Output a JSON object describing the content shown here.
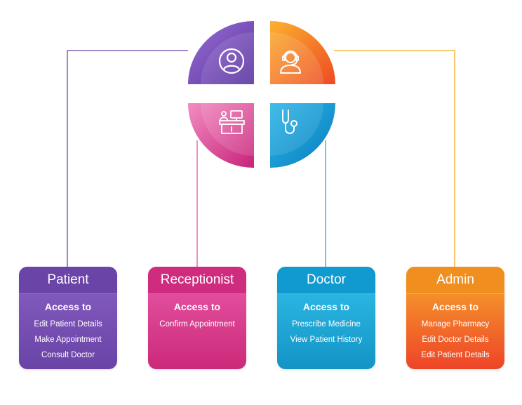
{
  "roles": [
    {
      "key": "patient",
      "title": "Patient",
      "subtitle": "Access to",
      "items": [
        "Edit Patient Details",
        "Make Appointment",
        "Consult Doctor"
      ],
      "icon": "user-circle-icon",
      "color": "#6b44a8"
    },
    {
      "key": "receptionist",
      "title": "Receptionist",
      "subtitle": "Access to",
      "items": [
        "Confirm Appointment"
      ],
      "icon": "reception-desk-icon",
      "color": "#cf2c80"
    },
    {
      "key": "doctor",
      "title": "Doctor",
      "subtitle": "Access to",
      "items": [
        "Prescribe Medicine",
        "View Patient History"
      ],
      "icon": "stethoscope-icon",
      "color": "#109ad0"
    },
    {
      "key": "admin",
      "title": "Admin",
      "subtitle": "Access to",
      "items": [
        "Manage Pharmacy",
        "Edit Doctor Details",
        "Edit Patient Details"
      ],
      "icon": "headset-operator-icon",
      "color": "#f08f1f"
    }
  ]
}
